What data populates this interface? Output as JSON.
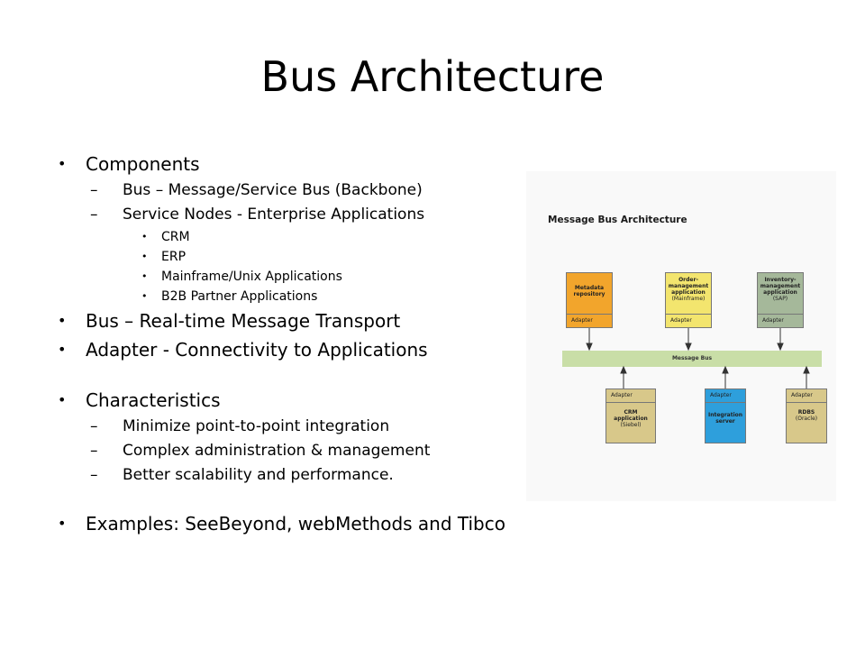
{
  "title": "Bus Architecture",
  "bullets": {
    "components": "Components",
    "components_sub": [
      "Bus – Message/Service Bus (Backbone)",
      "Service Nodes - Enterprise Applications"
    ],
    "applications": [
      "CRM",
      "ERP",
      "Mainframe/Unix Applications",
      "B2B Partner Applications"
    ],
    "bus_transport": "Bus – Real-time Message Transport",
    "adapter": "Adapter - Connectivity to Applications",
    "characteristics": "Characteristics",
    "characteristics_sub": [
      "Minimize point-to-point integration",
      "Complex administration & management",
      "Better scalability and performance."
    ],
    "examples": "Examples: SeeBeyond, webMethods and Tibco"
  },
  "figure": {
    "title": "Message Bus Architecture",
    "bus_label": "Message Bus",
    "adapter_label": "Adapter",
    "top_nodes": [
      {
        "name": "Metadata repository",
        "sub": "",
        "color": "#f2a52c"
      },
      {
        "name": "Order-management application",
        "sub": "(Mainframe)",
        "color": "#f3e56e"
      },
      {
        "name": "Inventory-management application",
        "sub": "(SAP)",
        "color": "#a5b89a"
      }
    ],
    "bottom_nodes": [
      {
        "name": "CRM application",
        "sub": "(Siebel)",
        "color": "#d8c88a"
      },
      {
        "name": "Integration server",
        "sub": "",
        "color": "#2e9fdc"
      },
      {
        "name": "RDBS",
        "sub": "(Oracle)",
        "color": "#d8c88a"
      }
    ]
  }
}
